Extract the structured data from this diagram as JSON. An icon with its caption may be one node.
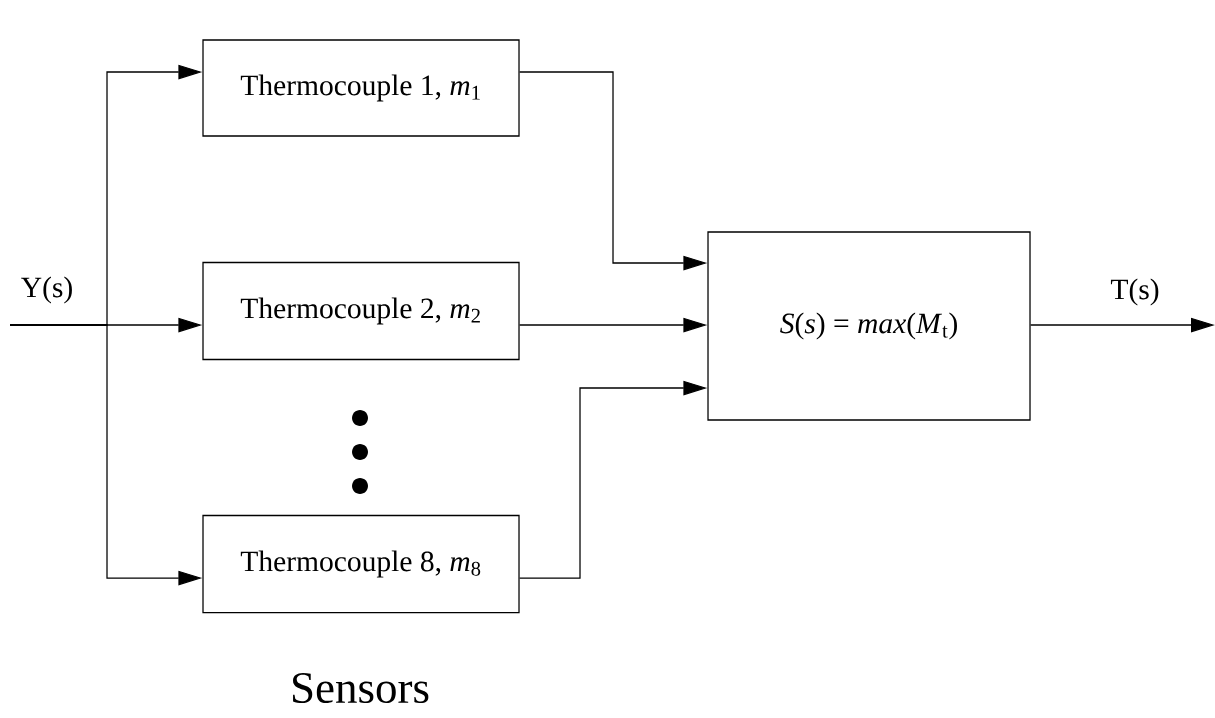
{
  "diagram": {
    "nodes": [
      {
        "text": [
          "Thermocouple 1, *m*$_{1}$"
        ]
      },
      {
        "text": [
          "Thermocouple 2, *m*$_{2}$"
        ]
      },
      {
        "text": [
          "Thermocouple 8, *m*$_{8}$"
        ]
      },
      {
        "text": [
          "*S*(*s*) = *max*(*M*$_{t}$)"
        ]
      }
    ],
    "edges": [
      {
        "from": null,
        "to": 0,
        "arrow": "to"
      },
      {
        "from": null,
        "to": 1,
        "arrow": "to",
        "label": "Y(s)"
      },
      {
        "from": null,
        "to": 2,
        "arrow": "to"
      },
      {
        "from": 0,
        "to": 3,
        "arrow": "to"
      },
      {
        "from": 1,
        "to": 3,
        "arrow": "to"
      },
      {
        "from": 2,
        "to": 3,
        "arrow": "to"
      },
      {
        "from": 3,
        "to": null,
        "arrow": "to",
        "label": "T(s)"
      }
    ],
    "labels": [
      "Sensors"
    ]
  }
}
